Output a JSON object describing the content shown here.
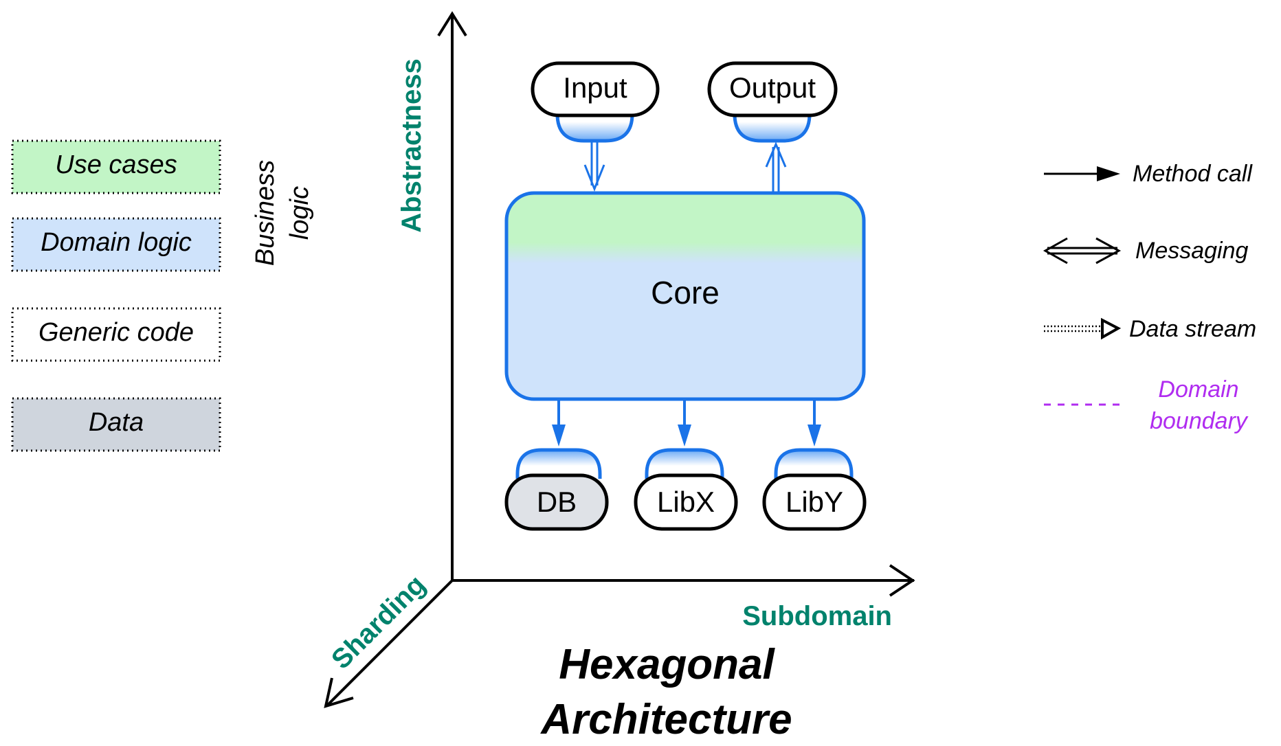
{
  "title": {
    "line1": "Hexagonal",
    "line2": "Architecture"
  },
  "axes": {
    "vertical": "Abstractness",
    "horizontal": "Subdomain",
    "diagonal": "Sharding"
  },
  "legend_left": {
    "items": [
      {
        "label": "Use cases",
        "fill": "#c2f5c6"
      },
      {
        "label": "Domain logic",
        "fill": "#cfe3fb"
      },
      {
        "label": "Generic code",
        "fill": "#ffffff"
      },
      {
        "label": "Data",
        "fill": "#cfd5dd"
      }
    ],
    "group_label_line1": "Business",
    "group_label_line2": "logic"
  },
  "legend_right": {
    "items": [
      {
        "label": "Method call",
        "kind": "arrow-solid"
      },
      {
        "label": "Messaging",
        "kind": "arrow-double"
      },
      {
        "label": "Data stream",
        "kind": "arrow-dotted"
      },
      {
        "label_line1": "Domain",
        "label_line2": "boundary",
        "kind": "dashed-line",
        "color": "#b02cf0"
      }
    ]
  },
  "diagram": {
    "core": {
      "label": "Core"
    },
    "top_ports": [
      {
        "label": "Input",
        "flow": "into-core"
      },
      {
        "label": "Output",
        "flow": "out-of-core"
      }
    ],
    "bottom_adapters": [
      {
        "label": "DB",
        "fill": "#dfe2e7"
      },
      {
        "label": "LibX",
        "fill": "#ffffff"
      },
      {
        "label": "LibY",
        "fill": "#ffffff"
      }
    ]
  },
  "colors": {
    "accent_blue": "#1a73e8",
    "axis_label_teal": "#00826c",
    "core_green": "#c2f5c6",
    "core_blue": "#cfe3fb",
    "boundary_purple": "#b02cf0"
  }
}
